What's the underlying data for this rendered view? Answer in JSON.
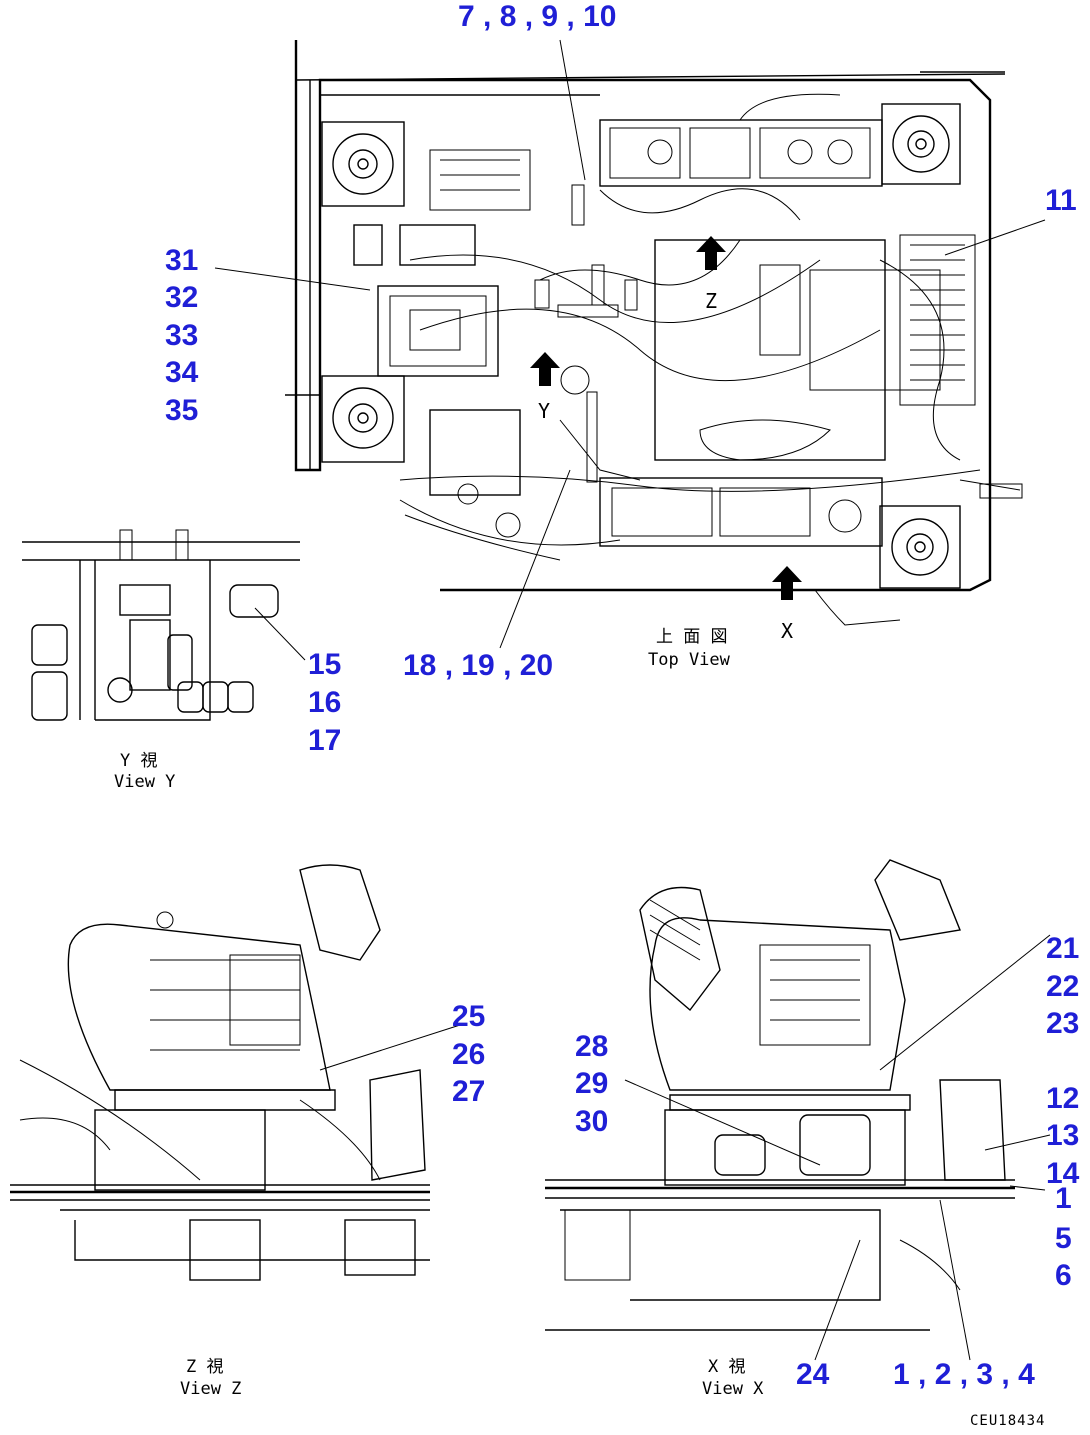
{
  "callouts": {
    "c7_10": "7 , 8 , 9 , 10",
    "c11": "11",
    "c31": "31",
    "c32": "32",
    "c33": "33",
    "c34": "34",
    "c35": "35",
    "c15": "15",
    "c16": "16",
    "c17": "17",
    "c18_20": "18 , 19 , 20",
    "c25": "25",
    "c26": "26",
    "c27": "27",
    "c21": "21",
    "c22": "22",
    "c23": "23",
    "c28": "28",
    "c29": "29",
    "c30": "30",
    "c12": "12",
    "c13": "13",
    "c14": "14",
    "c1": "1",
    "c5": "5",
    "c6": "6",
    "c24": "24",
    "c1_4": "1 , 2 , 3 , 4"
  },
  "captions": {
    "top_jp": "上 面 図",
    "top_en": "Top View",
    "y_jp": "Y  視",
    "y_en": "View Y",
    "z_jp": "Z  視",
    "z_en": "View Z",
    "x_jp": "X  視",
    "x_en": "View X"
  },
  "arrows": {
    "z": "Z",
    "y": "Y",
    "x": "X"
  },
  "drawing_code": "CEU18434",
  "colors": {
    "callout": "#1f1fd6",
    "line": "#000000",
    "background": "#ffffff"
  }
}
